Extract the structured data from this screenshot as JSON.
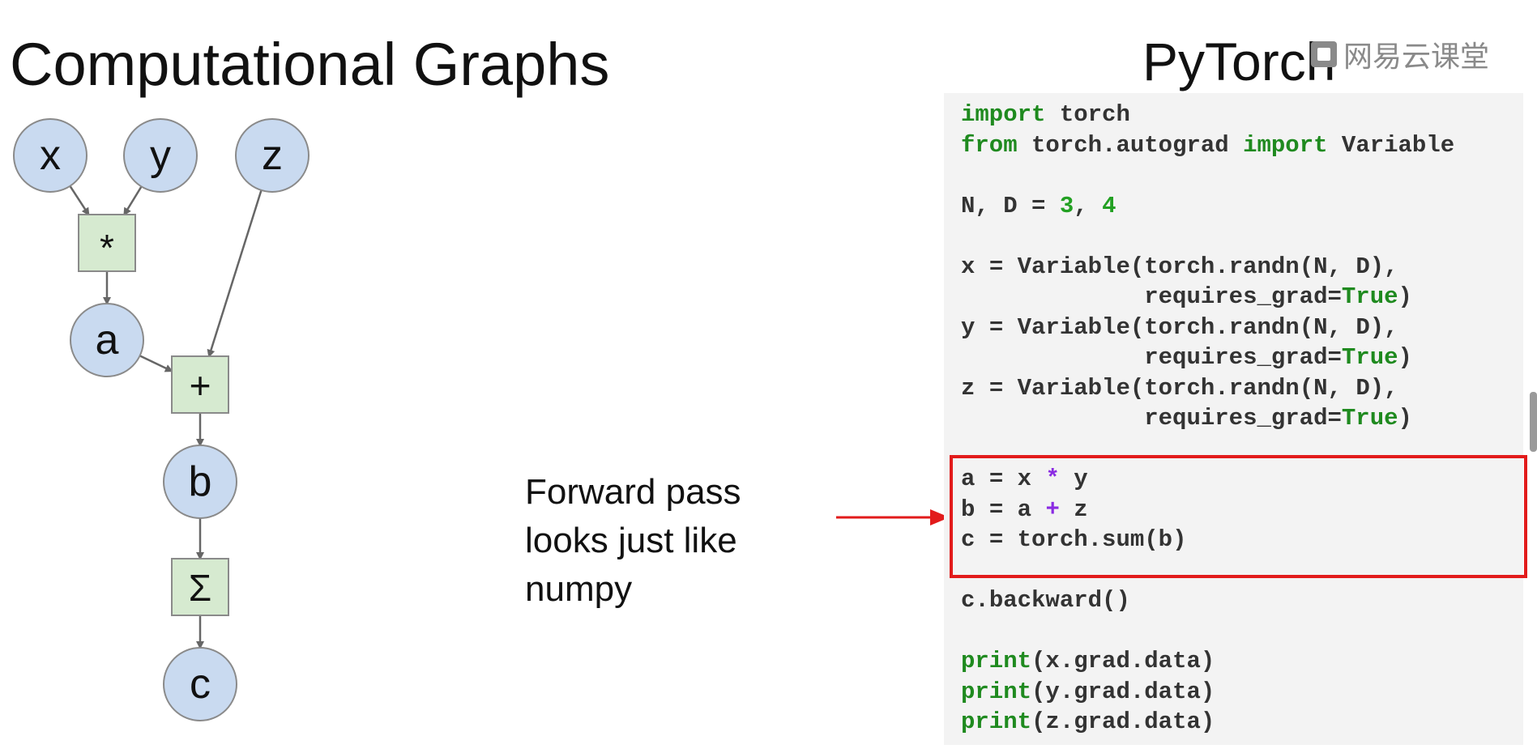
{
  "slide": {
    "title": "Computational Graphs",
    "subtitle": "PyTorch",
    "watermark": "网易云课堂",
    "annotation_lines": [
      "Forward pass",
      "looks just like",
      "numpy"
    ]
  },
  "graph": {
    "nodes": [
      {
        "id": "x",
        "label": "x",
        "kind": "variable"
      },
      {
        "id": "y",
        "label": "y",
        "kind": "variable"
      },
      {
        "id": "z",
        "label": "z",
        "kind": "variable"
      },
      {
        "id": "mul",
        "label": "*",
        "kind": "operation"
      },
      {
        "id": "a",
        "label": "a",
        "kind": "variable"
      },
      {
        "id": "add",
        "label": "+",
        "kind": "operation"
      },
      {
        "id": "b",
        "label": "b",
        "kind": "variable"
      },
      {
        "id": "sum",
        "label": "Σ",
        "kind": "operation"
      },
      {
        "id": "c",
        "label": "c",
        "kind": "variable"
      }
    ],
    "edges": [
      [
        "x",
        "mul"
      ],
      [
        "y",
        "mul"
      ],
      [
        "mul",
        "a"
      ],
      [
        "a",
        "add"
      ],
      [
        "z",
        "add"
      ],
      [
        "add",
        "b"
      ],
      [
        "b",
        "sum"
      ],
      [
        "sum",
        "c"
      ]
    ],
    "colors": {
      "variable_fill": "#c9daf0",
      "operation_fill": "#d6ead0",
      "edge": "#666666",
      "highlight": "#e21b1b"
    }
  },
  "code": {
    "lines": [
      "import torch",
      "from torch.autograd import Variable",
      "",
      "N, D = 3, 4",
      "",
      "x = Variable(torch.randn(N, D),",
      "             requires_grad=True)",
      "y = Variable(torch.randn(N, D),",
      "             requires_grad=True)",
      "z = Variable(torch.randn(N, D),",
      "             requires_grad=True)",
      "",
      "a = x * y",
      "b = a + z",
      "c = torch.sum(b)",
      "",
      "c.backward()",
      "",
      "print(x.grad.data)",
      "print(y.grad.data)",
      "print(z.grad.data)"
    ],
    "highlighted_lines": [
      "a = x * y",
      "b = a + z",
      "c = torch.sum(b)"
    ]
  }
}
